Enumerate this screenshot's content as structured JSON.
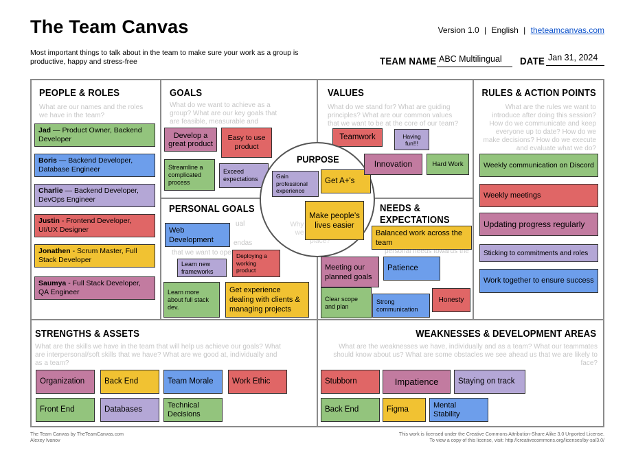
{
  "header": {
    "title": "The Team Canvas",
    "version": "Version 1.0",
    "language": "English",
    "sep": "|",
    "site_link": "theteamcanvas.com",
    "subtitle": "Most important things to talk about in the team to make sure your work as a group is productive, happy and stress-free",
    "team_name_label": "TEAM NAME",
    "team_name_value": "ABC Multilingual",
    "date_label": "DATE",
    "date_value": "Jan 31, 2024"
  },
  "people_roles": {
    "title": "PEOPLE & ROLES",
    "question": "What are our names and the roles we have in the team?",
    "items": [
      {
        "name": "Jad",
        "sep": " — ",
        "role": "Product Owner, Backend Developer"
      },
      {
        "name": "Boris",
        "sep": " — ",
        "role": "Backend Developer, Database Engineer"
      },
      {
        "name": "Charlie",
        "sep": " — ",
        "role": "Backend Developer, DevOps Engineer"
      },
      {
        "name": "Justin",
        "sep": " - ",
        "role": "Frontend Developer, UI/UX Designer"
      },
      {
        "name": "Jonathen",
        "sep": " - ",
        "role": "Scrum Master, Full Stack Developer"
      },
      {
        "name": "Saumya",
        "sep": " - ",
        "role": "Full Stack Developer, QA Engineer"
      }
    ]
  },
  "goals": {
    "title": "GOALS",
    "question": "What do we want to achieve as a group? What are our key goals that are feasible, measurable and",
    "notes": [
      "Develop a great product",
      "Easy to use product",
      "Streamline a complicated process",
      "Exceed expectations"
    ]
  },
  "values": {
    "title": "VALUES",
    "question": "What do we stand for? What are guiding principles? What are our common values that we want to be at the core of our team?",
    "notes": [
      "Teamwork",
      "Having fun!!!",
      "Innovation",
      "Hard Work"
    ]
  },
  "purpose": {
    "title": "PURPOSE",
    "notes": [
      "Gain professional experience",
      "Get A+'s",
      "Make people's lives easier"
    ],
    "faded_text": "Why do we do what we do in the first place?"
  },
  "personal_goals": {
    "title": "PERSONAL GOALS",
    "question_fragments": [
      "ual",
      "that we want to oper",
      "endas"
    ],
    "notes": [
      "Web Development",
      "Learn new frameworks",
      "Deploying a working product",
      "Learn more about full stack dev.",
      "Get experience dealing with clients & managing projects"
    ]
  },
  "needs": {
    "title": "NEEDS & EXPECTATIONS",
    "faded": "personal needs towards the",
    "notes": [
      "Balanced work across the team",
      "Meeting our planned goals",
      "Patience",
      "Clear scope and plan",
      "Strong communication",
      "Honesty"
    ]
  },
  "rules": {
    "title": "RULES & ACTION POINTS",
    "question": "What are the rules we want to introduce after doing this session? How do we communicate and keep everyone up to date? How do we make decisions? How do we execute and evaluate what we do?",
    "notes": [
      "Weekly communication on Discord",
      "Weekly meetings",
      "Updating progress regularly",
      "Sticking to commitments and roles",
      "Work together to ensure success"
    ]
  },
  "strengths": {
    "title": "STRENGTHS & ASSETS",
    "question": "What are the skills we have in the team that will help us achieve our goals? What are interpersonal/soft skills that we have? What are we good at, individually and as a team?",
    "notes": [
      "Organization",
      "Back End",
      "Team Morale",
      "Work Ethic",
      "Front End",
      "Databases",
      "Technical Decisions"
    ]
  },
  "weaknesses": {
    "title": "WEAKNESSES & DEVELOPMENT AREAS",
    "question": "What are the weaknesses we have, individually and as a team? What our teammates should know about us? What are some obstacles we see ahead us that we are likely to face?",
    "notes": [
      "Stubborn",
      "Impatience",
      "Staying on track",
      "Back End",
      "Figma",
      "Mental Stability"
    ]
  },
  "footer": {
    "left_1": "The Team Canvas by TheTeamCanvas.com",
    "left_2": "Alexey Ivanov",
    "right_1": "This work is licensed under the Creative Commons Attribution-Share Alike 3.0 Unported License.",
    "right_2": "To view a copy of this license, visit: http://creativecommons.org/licenses/by-sa/3.0/"
  }
}
